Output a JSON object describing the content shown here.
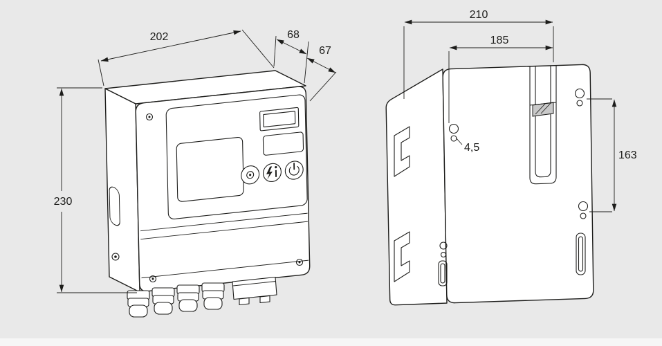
{
  "drawing": {
    "background_color": "#e9e9e9",
    "line_color": "#1d1d1b",
    "face_color": "#ffffff",
    "front_view": {
      "dim_width": "202",
      "dim_depth_total": "68",
      "dim_depth_housing": "67",
      "dim_height": "230",
      "panel_buttons": [
        {
          "icon": "reset-dot-icon"
        },
        {
          "icon": "flash-info-icon"
        },
        {
          "icon": "power-icon"
        }
      ]
    },
    "rear_view": {
      "dim_width": "210",
      "dim_hole_spacing_horizontal": "185",
      "dim_hole_diameter": "4,5",
      "dim_hole_spacing_vertical": "163"
    }
  }
}
